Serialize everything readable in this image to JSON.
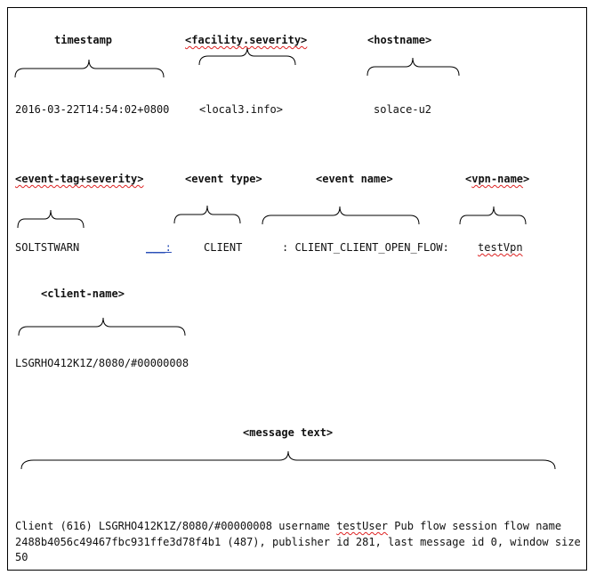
{
  "labels": {
    "timestamp": "timestamp",
    "facility_severity": "<facility.severity>",
    "hostname": "<hostname>",
    "event_tag_severity": "<event-tag+severity>",
    "event_type": "<event type>",
    "event_name": "<event name>",
    "vpn_name": "<vpn-name>",
    "client_name": "<client-name>",
    "message_text": "<message text>"
  },
  "values": {
    "timestamp": "2016-03-22T14:54:02+0800",
    "facility_severity": "<local3.info>",
    "hostname": "solace-u2",
    "event_tag_severity": "SOLTSTWARN",
    "separator": "___:",
    "event_type": "CLIENT",
    "event_name": ": CLIENT_CLIENT_OPEN_FLOW:",
    "vpn_name": "testVpn",
    "client_name": "LSGRHO412K1Z/8080/#00000008"
  },
  "message": {
    "part1": "Client (616) LSGRHO412K1Z/8080/#00000008 username ",
    "user": "testUser",
    "part2": " Pub flow session flow name 2488b4056c49467fbc931ffe3d78f4b1 (487), publisher id 281, last message id 0, window size 50"
  }
}
